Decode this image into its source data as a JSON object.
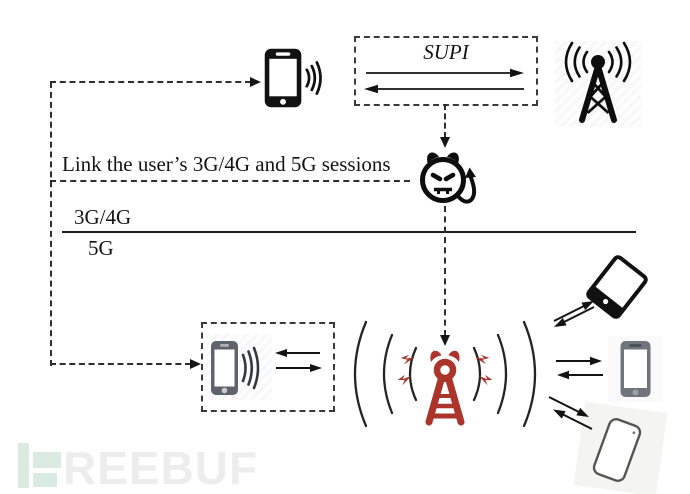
{
  "diagram": {
    "supi_label": "SUPI",
    "link_text": "Link the user’s 3G/4G and 5G sessions",
    "label_3g4g": "3G/4G",
    "label_5g": "5G"
  },
  "watermark": {
    "text": "REEBUF"
  },
  "colors": {
    "ink": "#141414",
    "rogue": "#ab352b",
    "phone_gray": "#5d646b",
    "watermark_green": "#dcebe2",
    "watermark_gray": "#ededed"
  },
  "icons": {
    "ue_phone": "smartphone-with-signal-waves",
    "gnb_tower": "cell-tower-with-radio-waves",
    "attacker": "devil-face-with-tail",
    "rogue_tower": "red-devil-cell-tower-with-waves",
    "victim_phone": "smartphone-with-signal-waves",
    "device_tablet": "tilted-tablet",
    "device_phone": "gray-smartphone",
    "device_phone_outline": "outline-smartphone"
  }
}
